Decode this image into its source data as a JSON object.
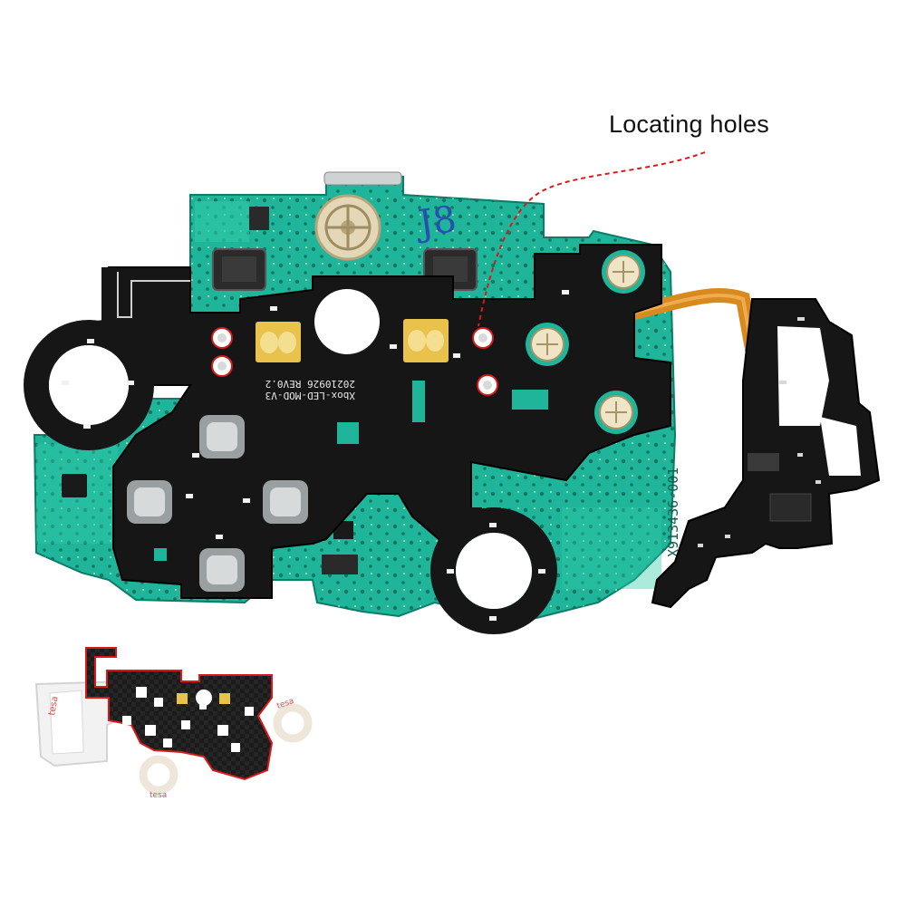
{
  "annotation": {
    "label": "Locating holes",
    "line_color": "#d91a1a"
  },
  "board_silkscreen": {
    "model": "Xbox-LED-MOD-V3",
    "revision": "20210926  REV0.2",
    "tag": "J8",
    "part_code": "X913436-001"
  },
  "kit_marking": "tesa",
  "colors": {
    "pcb_green": "#1fb59a",
    "flex_black": "#161616",
    "flex_orange": "#d98a1e",
    "gold_pad": "#e8c24a",
    "outline_red": "#d91a1a",
    "adhesive_ring": "#efe6da"
  }
}
